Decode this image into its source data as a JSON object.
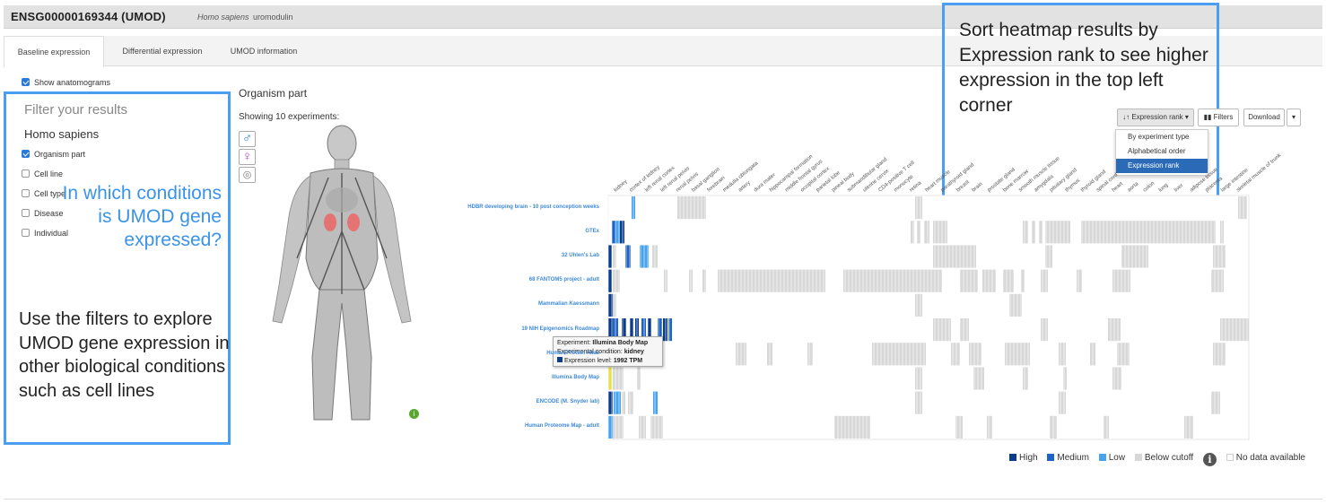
{
  "header": {
    "gene_id": "ENSG00000169344 (UMOD)",
    "species": "Homo sapiens",
    "gene_name": "uromodulin"
  },
  "tabs": [
    "Baseline expression",
    "Differential expression",
    "UMOD information"
  ],
  "sidebar": {
    "show_anatomograms": "Show anatomograms",
    "filter_title": "Filter your results",
    "species": "Homo sapiens",
    "filters": [
      {
        "label": "Organism part",
        "checked": true
      },
      {
        "label": "Cell line",
        "checked": false
      },
      {
        "label": "Cell type",
        "checked": false
      },
      {
        "label": "Disease",
        "checked": false
      },
      {
        "label": "Individual",
        "checked": false
      }
    ]
  },
  "callouts": {
    "conditions": "In which conditions is UMOD gene expressed?",
    "filters": "Use the filters to explore UMOD gene expression in other biological conditions such as cell lines",
    "sort": "Sort heatmap results by Expression rank to see higher expression in the top left corner"
  },
  "main": {
    "title": "Organism part",
    "showing": "Showing 10 experiments:",
    "toolbar": {
      "sort_label": "Expression rank",
      "filters_label": "Filters",
      "download_label": "Download"
    },
    "sort_options": [
      "By experiment type",
      "Alphabetical order",
      "Expression rank"
    ],
    "selected_sort": "Expression rank"
  },
  "tooltip": {
    "experiment_label": "Experiment:",
    "experiment": "Illumina Body Map",
    "condition_label": "Experimental condition:",
    "condition": "kidney",
    "level_label": "Expression level:",
    "level": "1992 TPM"
  },
  "legend": {
    "items": [
      {
        "label": "High",
        "color": "#0b3d8c"
      },
      {
        "label": "Medium",
        "color": "#1f63c7"
      },
      {
        "label": "Low",
        "color": "#45a3f0"
      },
      {
        "label": "Below cutoff",
        "color": "#d8d8d8"
      }
    ],
    "no_data": "No data available"
  },
  "chart_data": {
    "type": "heatmap",
    "levels": [
      "High",
      "Medium",
      "Low",
      "Below cutoff",
      "No data available"
    ],
    "rows": [
      "HDBR developing brain - 10 post conception weeks",
      "GTEx",
      "32 Uhlen's Lab",
      "68 FANTOM5 project - adult",
      "Mammalian Kaessmann",
      "19 NIH Epigenomics Roadmap",
      "Human Protein Atlas",
      "Illumina Body Map",
      "ENCODE (M. Snyder lab)",
      "Human Proteome Map - adult"
    ],
    "columns": [
      "kidney",
      "cortex of kidney",
      "left renal cortex",
      "left renal pelvis",
      "renal pelvis",
      "basal ganglion",
      "forebrain",
      "medulla oblongata",
      "artery",
      "dura mater",
      "hippocampal formation",
      "middle frontal gyrus",
      "occipital cortex",
      "parietal lobe",
      "pineal body",
      "submandibular gland",
      "uterine cervix",
      "CD4-positive T cell",
      "monocyte",
      "retina",
      "heart muscle",
      "parathyroid gland",
      "breast",
      "brain",
      "prostate gland",
      "bone marrow",
      "smooth muscle tissue",
      "amygdala",
      "pituitary gland",
      "thymus",
      "thyroid gland",
      "spinal cord",
      "heart",
      "aorta",
      "colon",
      "lung",
      "liver",
      "adipose tissue",
      "placenta",
      "large intestine",
      "skeletal muscle of trunk"
    ]
  }
}
